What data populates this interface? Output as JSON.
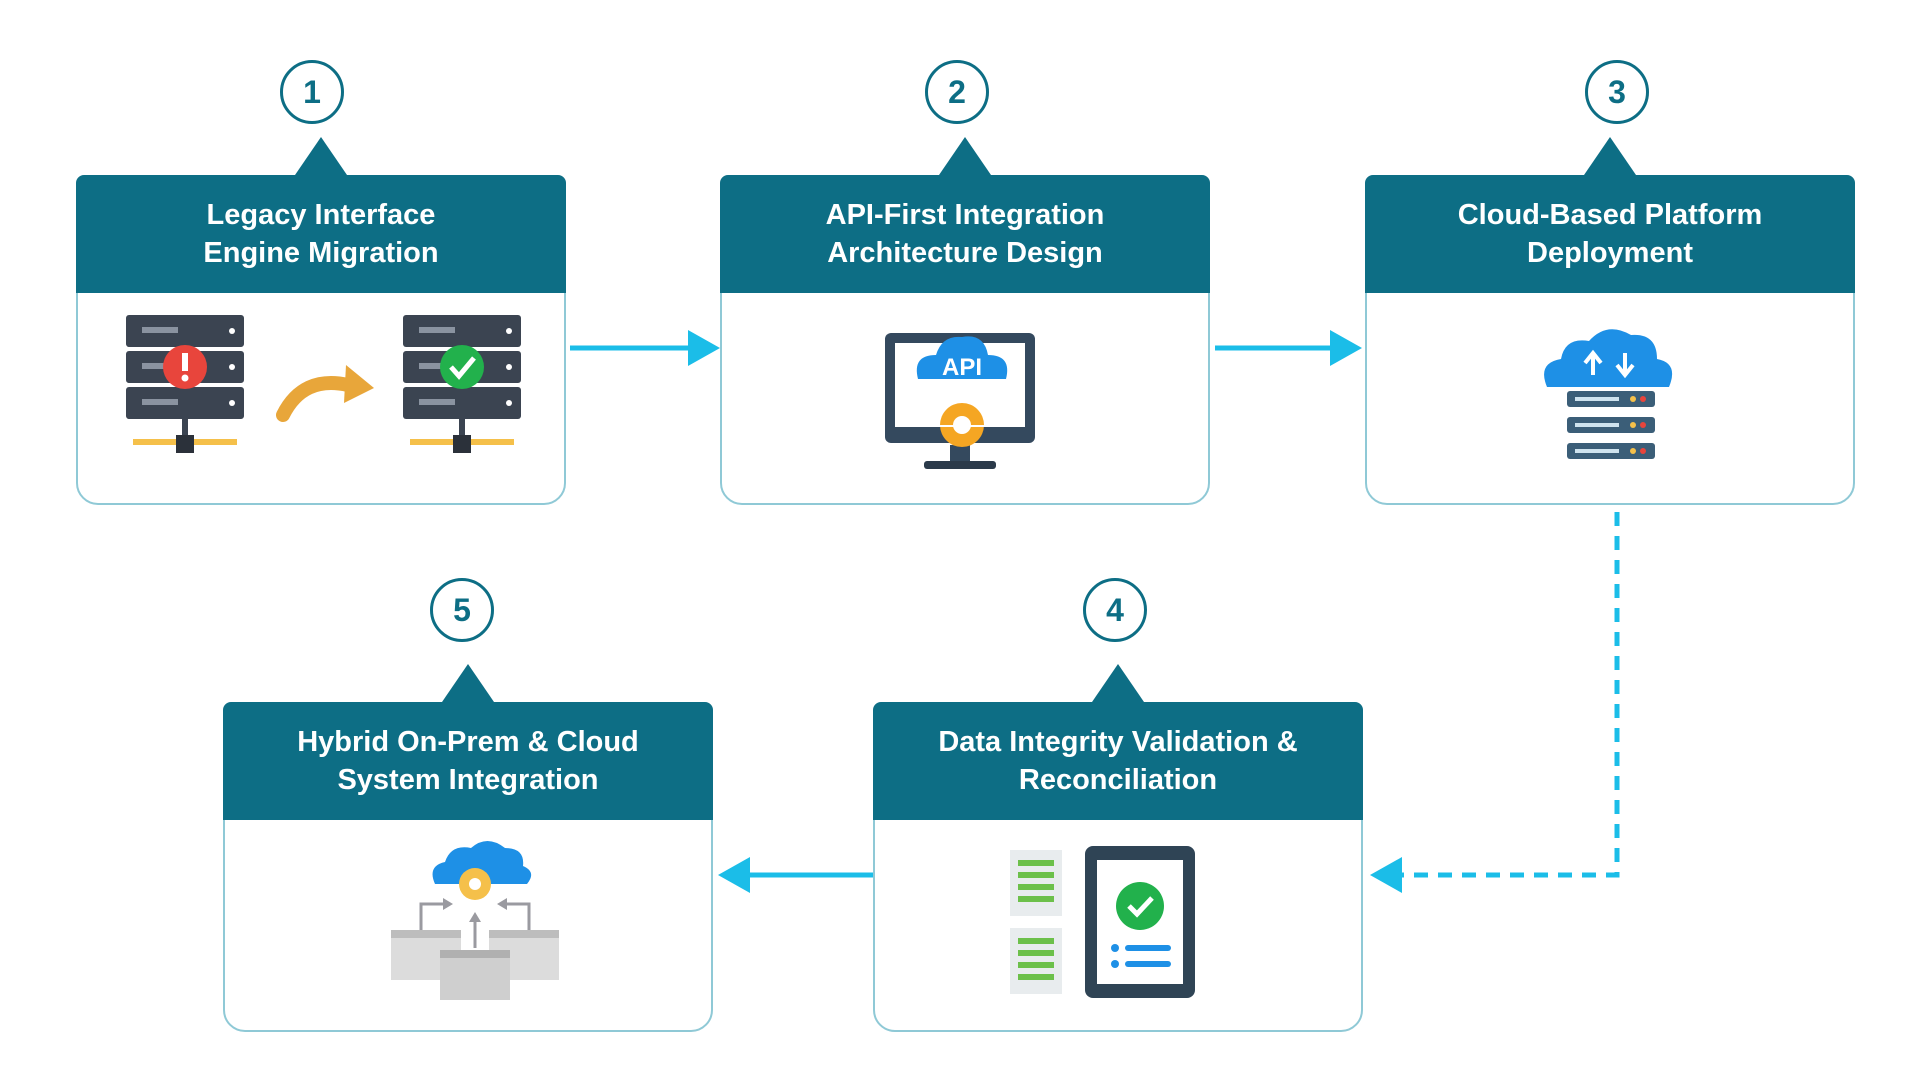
{
  "colors": {
    "primary": "#0d6e85",
    "border": "#8fc9d6",
    "arrow": "#1bbde8",
    "accent_orange": "#f5a623",
    "ok_green": "#22b14c",
    "alert_red": "#e8453c"
  },
  "steps": [
    {
      "number": "1",
      "title_line1": "Legacy Interface",
      "title_line2": "Engine Migration",
      "icon": "server-migration-icon"
    },
    {
      "number": "2",
      "title_line1": "API-First Integration",
      "title_line2": "Architecture Design",
      "icon": "api-monitor-icon"
    },
    {
      "number": "3",
      "title_line1": "Cloud-Based Platform",
      "title_line2": "Deployment",
      "icon": "cloud-server-icon"
    },
    {
      "number": "4",
      "title_line1": "Data Integrity Validation &",
      "title_line2": "Reconciliation",
      "icon": "validation-tablet-icon"
    },
    {
      "number": "5",
      "title_line1": "Hybrid On-Prem & Cloud",
      "title_line2": "System Integration",
      "icon": "hybrid-integration-icon"
    }
  ],
  "icons": {
    "api_label": "API"
  }
}
